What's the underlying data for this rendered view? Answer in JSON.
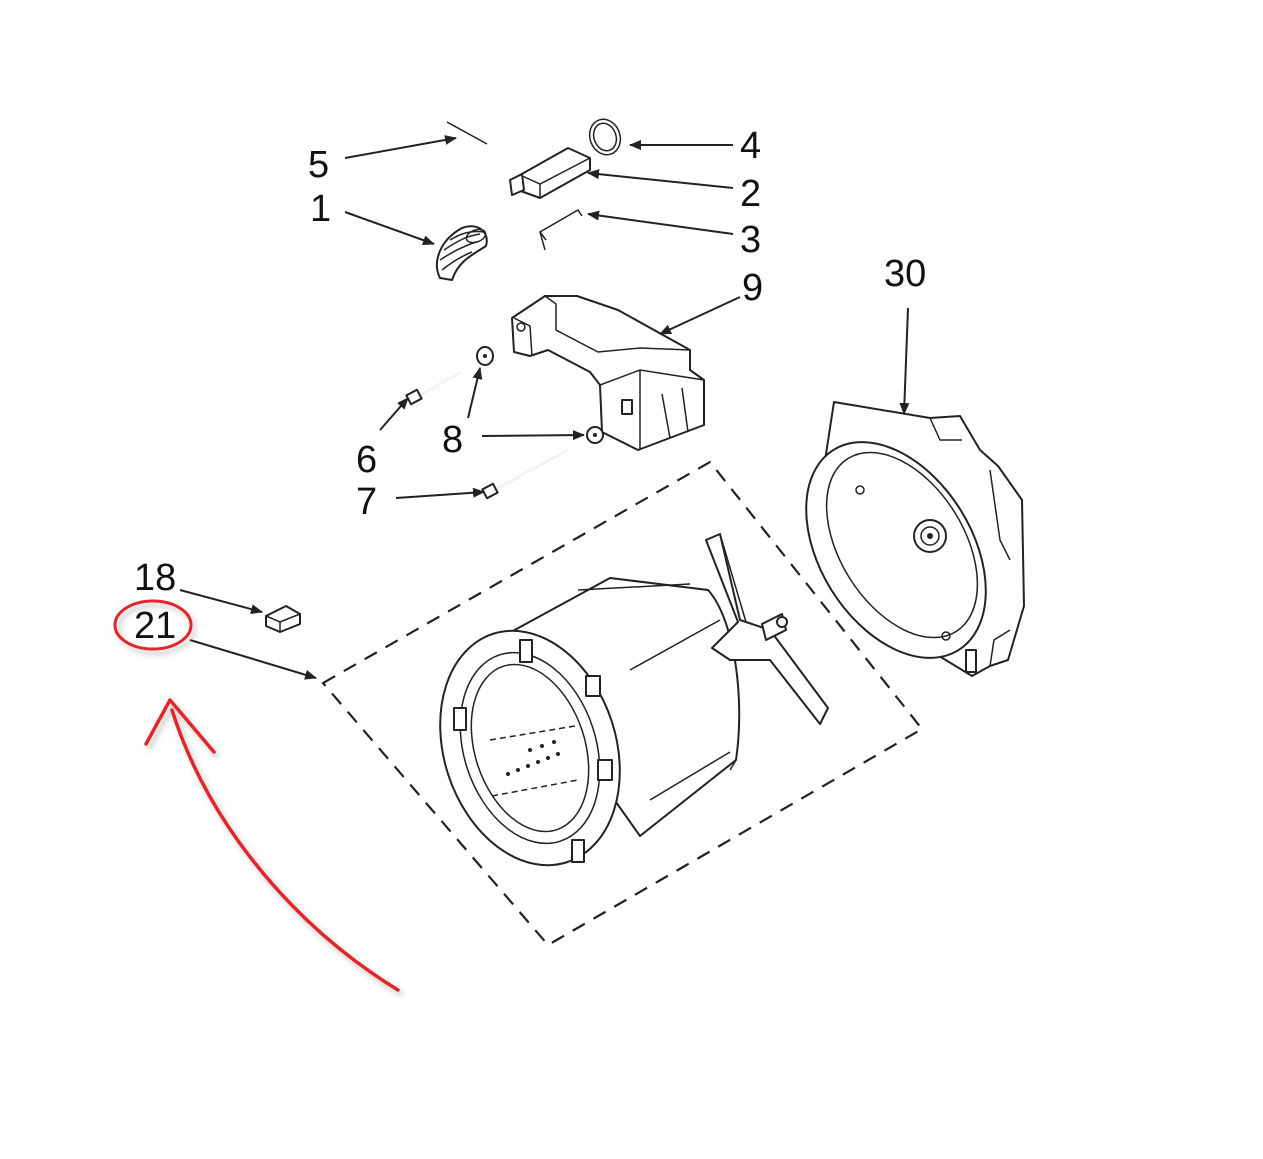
{
  "diagram": {
    "labels": [
      {
        "id": "5",
        "text": "5"
      },
      {
        "id": "1",
        "text": "1"
      },
      {
        "id": "4",
        "text": "4"
      },
      {
        "id": "2",
        "text": "2"
      },
      {
        "id": "3",
        "text": "3"
      },
      {
        "id": "9",
        "text": "9"
      },
      {
        "id": "30",
        "text": "30"
      },
      {
        "id": "6",
        "text": "6"
      },
      {
        "id": "8",
        "text": "8"
      },
      {
        "id": "7",
        "text": "7"
      },
      {
        "id": "18",
        "text": "18"
      },
      {
        "id": "21",
        "text": "21"
      }
    ],
    "highlight": {
      "circled_label": "21",
      "annotation_color": "#e0262a"
    },
    "colors": {
      "line": "#222222",
      "background": "#ffffff"
    }
  }
}
